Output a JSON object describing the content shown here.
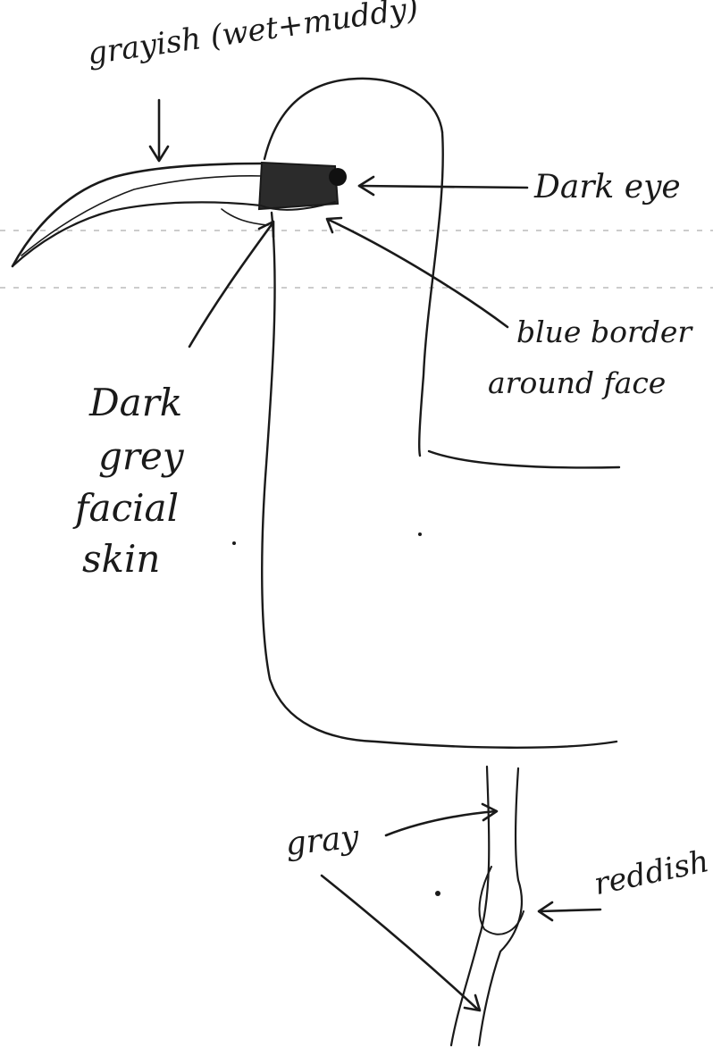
{
  "labels": {
    "bill": "grayish (wet+muddy)",
    "eye": "Dark eye",
    "border": [
      "blue border",
      "around face"
    ],
    "facial_skin": [
      "Dark",
      "grey",
      "facial",
      "skin"
    ],
    "leg_gray": "gray",
    "leg_red": "reddish"
  },
  "colors": {
    "ink": "#1a1a1a",
    "paper": "#ffffff",
    "face_patch": "#2b2b2b"
  }
}
